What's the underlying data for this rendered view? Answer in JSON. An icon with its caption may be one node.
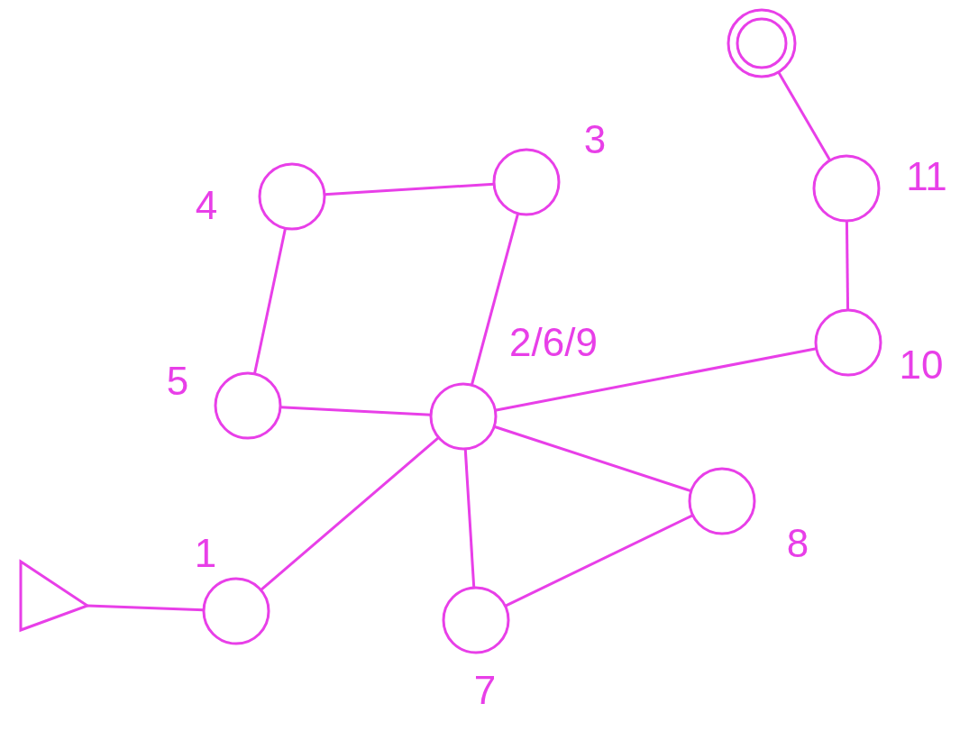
{
  "diagram": {
    "nodes": [
      {
        "text": [],
        "shape": "circle"
      },
      {
        "text": [],
        "shape": "circle",
        "beside": [
          "3"
        ]
      },
      {
        "text": [],
        "shape": "circle",
        "beside": [
          "4"
        ]
      },
      {
        "text": [],
        "shape": "circle",
        "beside": [
          "11"
        ]
      },
      {
        "text": [],
        "shape": "circle",
        "beside": [
          "10"
        ]
      },
      {
        "text": [],
        "shape": "circle",
        "beside": [
          "5"
        ]
      },
      {
        "text": [],
        "shape": "circle",
        "beside": [
          "2/6/9"
        ]
      },
      {
        "text": [],
        "shape": "circle",
        "beside": [
          "8"
        ]
      },
      {
        "text": [],
        "shape": "circle",
        "beside": [
          "1"
        ]
      },
      {
        "text": [],
        "shape": "circle",
        "beside": [
          "7"
        ]
      },
      {
        "text": [],
        "shape": "triangle"
      }
    ],
    "edges": [
      {
        "from": 10,
        "to": 8,
        "arrow": "none"
      },
      {
        "from": 8,
        "to": 6,
        "arrow": "none"
      },
      {
        "from": 6,
        "to": 5,
        "arrow": "none"
      },
      {
        "from": 5,
        "to": 2,
        "arrow": "none"
      },
      {
        "from": 2,
        "to": 1,
        "arrow": "none"
      },
      {
        "from": 1,
        "to": 6,
        "arrow": "none"
      },
      {
        "from": 6,
        "to": 4,
        "arrow": "none"
      },
      {
        "from": 4,
        "to": 3,
        "arrow": "none"
      },
      {
        "from": 3,
        "to": 0,
        "arrow": "none"
      },
      {
        "from": 6,
        "to": 7,
        "arrow": "none"
      },
      {
        "from": 6,
        "to": 9,
        "arrow": "none"
      },
      {
        "from": 9,
        "to": 7,
        "arrow": "none"
      }
    ]
  }
}
